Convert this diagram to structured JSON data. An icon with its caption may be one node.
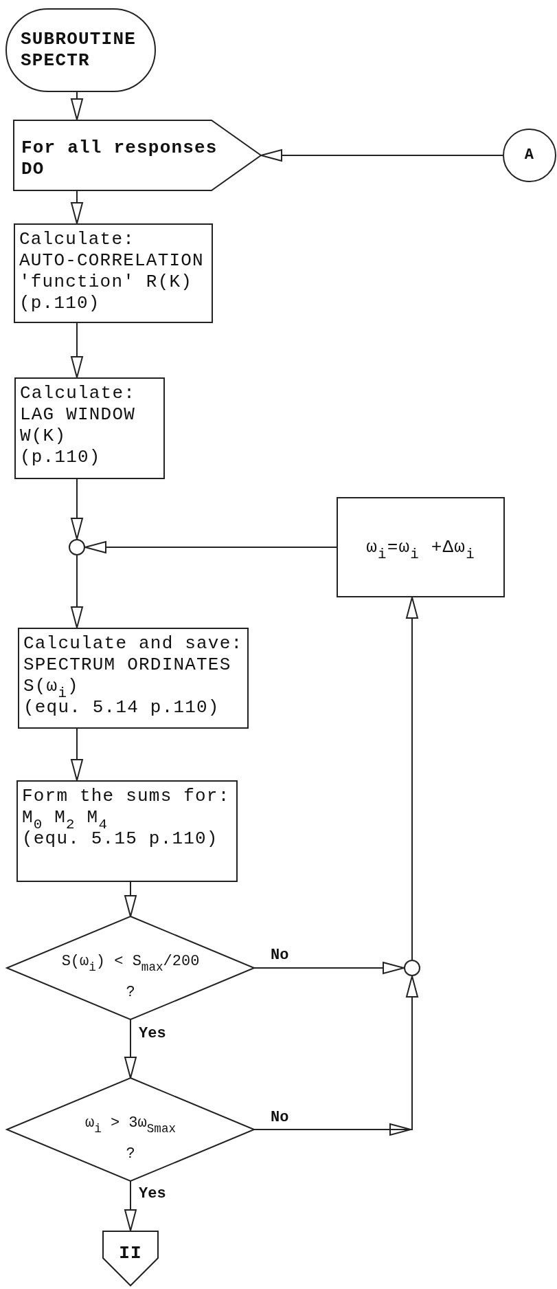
{
  "diagram": {
    "nodes": [
      {
        "text": [
          "SUBROUTINE SPECTR"
        ]
      },
      {
        "text": [
          "For all responses DO"
        ]
      },
      {
        "text": [
          "A"
        ]
      },
      {
        "text": [
          "Calculate:",
          "AUTO-CORRELATION 'function' R(K) (p.110)"
        ]
      },
      {
        "text": [
          "Calculate:",
          "LAG WINDOW W(K) (p.110)"
        ]
      },
      {
        "text": [],
        "shape": "circle"
      },
      {
        "text": [
          "ω$_{i}$=ω$_{i}$ +Δω$_{i}$"
        ]
      },
      {
        "text": [
          "Calculate and save:",
          "SPECTRUM ORDINATES S(ω$_{i}$)",
          "(equ. 5.14 p.110)"
        ]
      },
      {
        "text": [
          "Form the sums for:",
          "M$_{0}$ M$_{2}$ M$_{4}$",
          "(equ. 5.15 p.110)"
        ]
      },
      {
        "text": [
          "S(ω$_{i}$) < S$_{max}$/200",
          "?"
        ]
      },
      {
        "text": [],
        "shape": "circle"
      },
      {
        "text": [
          "ω$_{i}$ > 3ω$_{S}$$_{max}$",
          "?"
        ]
      },
      {
        "text": [
          "II"
        ]
      }
    ],
    "edges": [
      {
        "from": 0,
        "to": 1,
        "arrow": "to"
      },
      {
        "from": 1,
        "to": 3,
        "arrow": "to"
      },
      {
        "from": 2,
        "to": 1,
        "arrow": "to"
      },
      {
        "from": 3,
        "to": 4,
        "arrow": "to"
      },
      {
        "from": 4,
        "to": 5,
        "arrow": "to"
      },
      {
        "from": 6,
        "to": 5,
        "arrow": "to"
      },
      {
        "from": 5,
        "to": 7,
        "arrow": "to"
      },
      {
        "from": 7,
        "to": 8,
        "arrow": "to"
      },
      {
        "from": 8,
        "to": 9,
        "arrow": "to"
      },
      {
        "from": 9,
        "to": 10,
        "arrow": "to",
        "label": "No"
      },
      {
        "from": 9,
        "to": 11,
        "arrow": "to",
        "label": "Yes"
      },
      {
        "from": 11,
        "to": 10,
        "arrow": "to",
        "label": "No"
      },
      {
        "from": 10,
        "to": 6,
        "arrow": "to"
      },
      {
        "from": 11,
        "to": 12,
        "arrow": "to",
        "label": "Yes"
      }
    ]
  }
}
